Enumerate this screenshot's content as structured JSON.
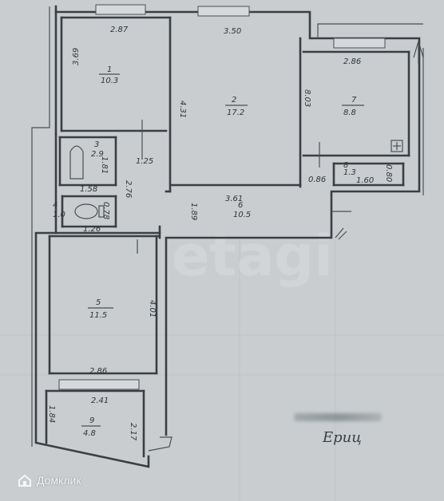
{
  "rooms": [
    {
      "number": "1",
      "area": "10.3"
    },
    {
      "number": "2",
      "area": "17.2"
    },
    {
      "number": "3",
      "area": "2.9"
    },
    {
      "number": "4",
      "area": "1.0"
    },
    {
      "number": "5",
      "area": "11.5"
    },
    {
      "number": "6",
      "area": "10.5"
    },
    {
      "number": "7",
      "area": "8.8"
    },
    {
      "number": "8",
      "area": "1.3"
    },
    {
      "number": "9",
      "area": "4.8"
    }
  ],
  "dimensions": {
    "r1_top": "2.87",
    "r1_left": "3.69",
    "r2_top": "3.50",
    "r2_left": "4.31",
    "r2_right": "8.03",
    "r7_top": "2.86",
    "bath_side": "1.81",
    "bath_bottom": "1.58",
    "corr_width": "1.25",
    "corr_side": "2.76",
    "wc_side": "0.78",
    "wc_bottom": "1.26",
    "hall_top": "3.61",
    "hall_side": "1.89",
    "closet_left": "0.86",
    "closet_bottom": "1.60",
    "closet_right": "0.80",
    "r5_right": "4.01",
    "r5_bottom": "2.86",
    "r9_top": "2.41",
    "r9_left": "1.84",
    "r9_right": "2.17"
  },
  "watermark": "etagi",
  "brand": {
    "name": "Домклик"
  },
  "signature": "Ериц",
  "colors": {
    "paper": "#c9cdcf",
    "ink": "#3a3f44"
  }
}
